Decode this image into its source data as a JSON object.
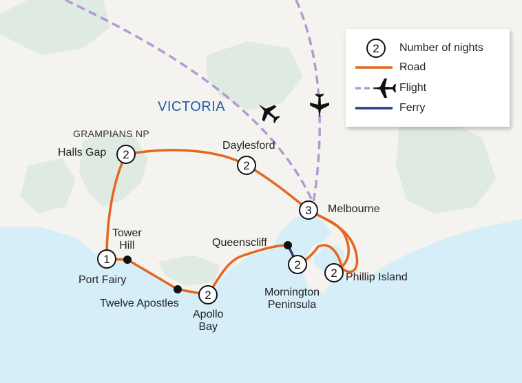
{
  "map": {
    "region_label": "VICTORIA",
    "park_label": "GRAMPIANS NP",
    "colors": {
      "sea": "#d6eef8",
      "land": "#f4f3f0",
      "forest": "#dfeae3",
      "road": "#e4661f",
      "flight": "#b39ad4",
      "ferry": "#2a3a8c"
    },
    "stops": [
      {
        "id": "halls-gap",
        "label": "Halls Gap",
        "nights": "2"
      },
      {
        "id": "daylesford",
        "label": "Daylesford",
        "nights": "2"
      },
      {
        "id": "melbourne",
        "label": "Melbourne",
        "nights": "3"
      },
      {
        "id": "port-fairy",
        "label": "Port Fairy",
        "nights": "1"
      },
      {
        "id": "apollo-bay",
        "label": "Apollo\nBay",
        "nights": "2"
      },
      {
        "id": "mornington",
        "label": "Mornington\nPeninsula",
        "nights": "2"
      },
      {
        "id": "phillip-island",
        "label": "Phillip Island",
        "nights": "2"
      }
    ],
    "waypoints": [
      {
        "id": "tower-hill",
        "label": "Tower\nHill"
      },
      {
        "id": "twelve-apostles",
        "label": "Twelve Apostles"
      },
      {
        "id": "queenscliff",
        "label": "Queenscliff"
      }
    ]
  },
  "legend": {
    "nights_sample": "2",
    "nights_label": "Number of nights",
    "road_label": "Road",
    "flight_label": "Flight",
    "ferry_label": "Ferry"
  }
}
